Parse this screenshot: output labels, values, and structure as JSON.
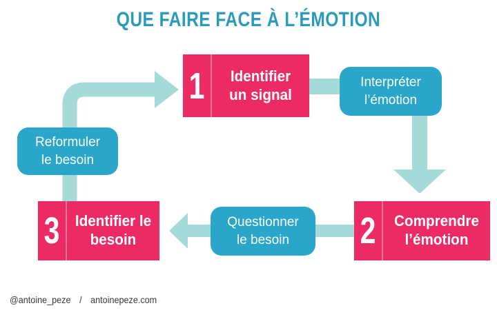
{
  "title": {
    "text": "QUE FAIRE FACE À L’ÉMOTION"
  },
  "steps": [
    {
      "number": "1",
      "label_line1": "Identifier",
      "label_line2": "un signal"
    },
    {
      "number": "2",
      "label_line1": "Comprendre",
      "label_line2": "l’émotion"
    },
    {
      "number": "3",
      "label_line1": "Identifier le",
      "label_line2": "besoin"
    }
  ],
  "actions": [
    {
      "label_line1": "Interpréter",
      "label_line2": "l’émotion"
    },
    {
      "label_line1": "Questionner",
      "label_line2": "le besoin"
    },
    {
      "label_line1": "Reformuler",
      "label_line2": "le besoin"
    }
  ],
  "footer": {
    "handle": "@antoine_peze",
    "separator": "/",
    "website": "antoinepeze.com"
  },
  "colors": {
    "pink": "#ec2b64",
    "teal": "#2aa6ca",
    "light-teal": "#a5dad8",
    "title-color": "#2b9bba",
    "footer-color": "#3a3a3a"
  }
}
